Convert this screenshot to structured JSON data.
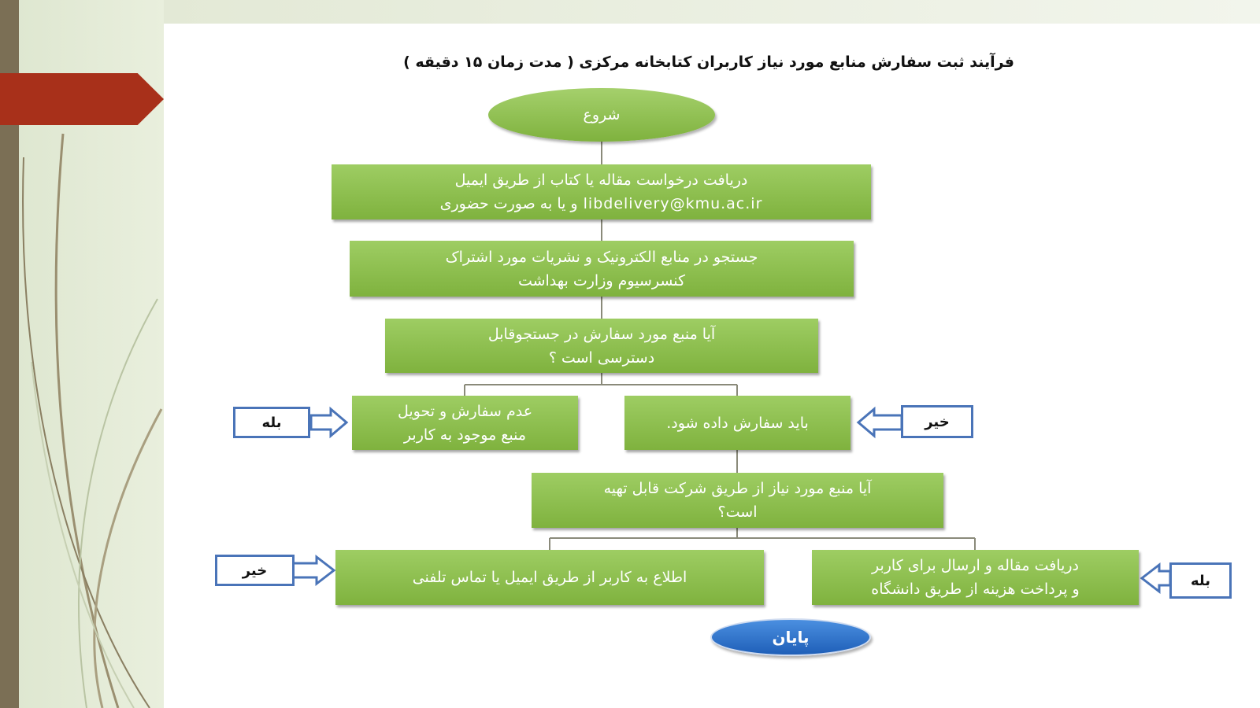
{
  "title": "فرآیند ثبت سفارش منابع مورد نیاز کاربران کتابخانه مرکزی ( مدت زمان ۱۵ دقیقه )",
  "nodes": {
    "start": "شروع",
    "receive_line1": "دریافت درخواست  مقاله یا کتاب از طریق ایمیل",
    "receive_line2": "libdelivery@kmu.ac.ir و یا به صورت حضوری",
    "search_line1": "جستجو در منابع الکترونیک و نشریات مورد اشتراک",
    "search_line2": "کنسرسیوم وزارت بهداشت",
    "decision1_line1": "آیا منبع مورد سفارش در جستجوقابل",
    "decision1_line2": "دسترسی است ؟",
    "no_order_line1": "عدم سفارش و تحویل",
    "no_order_line2": "منبع موجود به کاربر",
    "must_order": "باید سفارش داده شود.",
    "decision2_line1": "آیا منبع مورد نیاز از طریق شرکت قابل تهیه",
    "decision2_line2": "است؟",
    "notify": "اطلاع به کاربر از طریق ایمیل یا تماس تلفنی",
    "deliver_line1": "دریافت مقاله و ارسال برای کاربر",
    "deliver_line2": "و پرداخت هزینه از طریق دانشگاه",
    "end": "پایان"
  },
  "labels": {
    "yes1": "بله",
    "no1": "خیر",
    "no2": "خیر",
    "yes2": "بله"
  },
  "colors": {
    "box_green": "#8cc050",
    "end_blue": "#2f73c8",
    "label_border": "#4a74b8",
    "accent_red": "#a8301a"
  }
}
